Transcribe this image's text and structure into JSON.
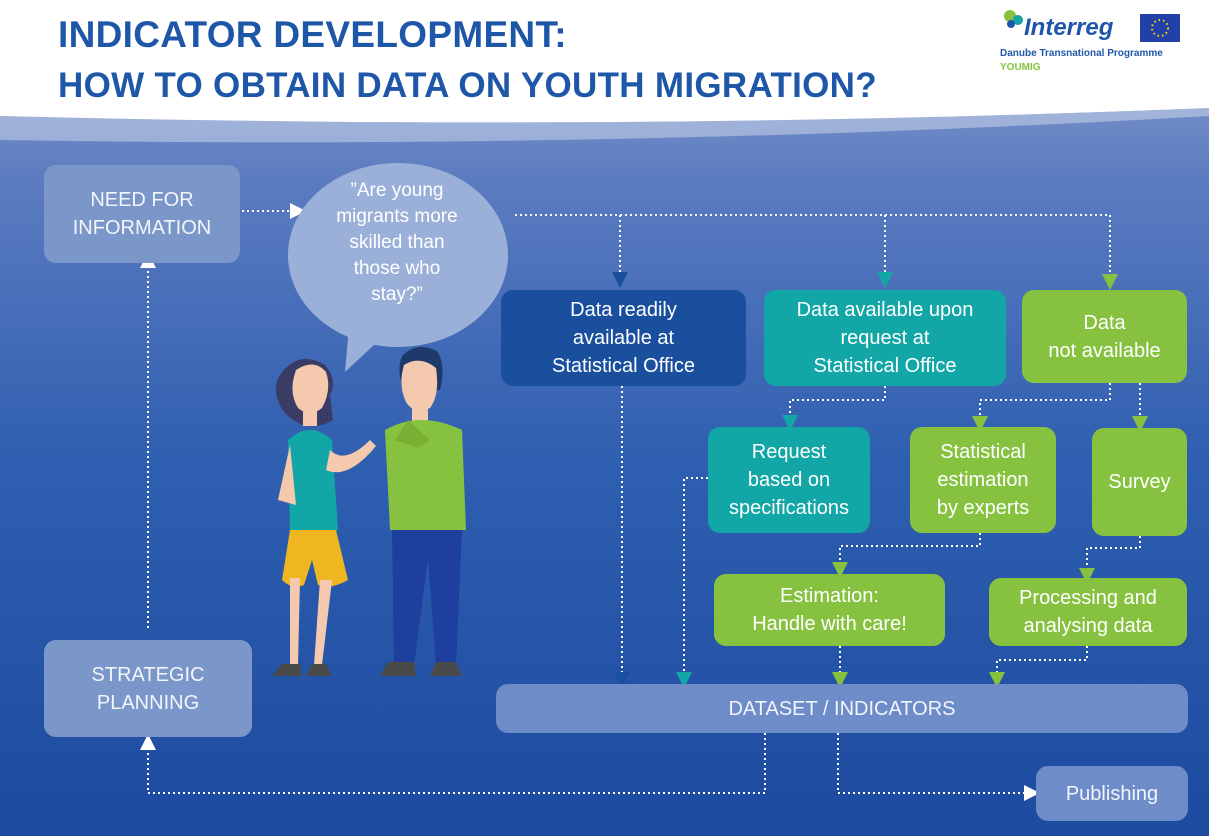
{
  "title": {
    "line1": "INDICATOR DEVELOPMENT:",
    "line2": "HOW TO OBTAIN DATA ON YOUTH MIGRATION?"
  },
  "logo": {
    "name": "Interreg",
    "subtitle": "Danube Transnational Programme",
    "project": "YOUMIG"
  },
  "colors": {
    "title_blue": "#1f57a8",
    "navy": "#1a4f9e",
    "teal": "#12a6a6",
    "green": "#86c23f",
    "pale": "#7b96c9"
  },
  "nodes": {
    "need": [
      "NEED FOR",
      "INFORMATION"
    ],
    "bubble": [
      "”Are young",
      "migrants more",
      "skilled than",
      "those who",
      "stay?”"
    ],
    "readily": [
      "Data readily",
      "available at",
      "Statistical Office"
    ],
    "upon_request": [
      "Data available upon",
      "request at",
      "Statistical Office"
    ],
    "not_available": [
      "Data",
      "not available"
    ],
    "request": [
      "Request",
      "based on",
      "specifications"
    ],
    "estimation_experts": [
      "Statistical",
      "estimation",
      "by experts"
    ],
    "survey": [
      "Survey"
    ],
    "estimation_care": [
      "Estimation:",
      "Handle with care!"
    ],
    "processing": [
      "Processing and",
      "analysing data"
    ],
    "dataset": [
      "DATASET / INDICATORS"
    ],
    "strategic": [
      "STRATEGIC",
      "PLANNING"
    ],
    "publishing": [
      "Publishing"
    ]
  },
  "icons": [
    "interreg-logo-icon",
    "eu-flag-icon",
    "woman-figure-icon",
    "man-figure-icon",
    "arrow-icon"
  ]
}
